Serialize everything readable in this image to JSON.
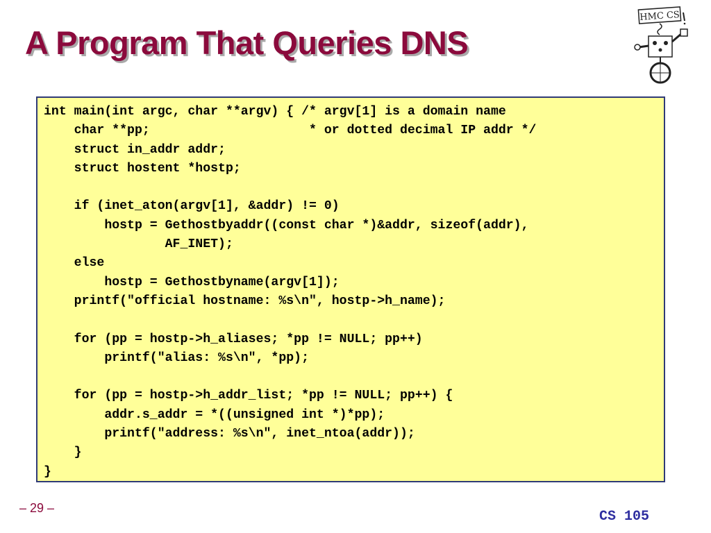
{
  "slide": {
    "title": "A Program That Queries DNS",
    "page_number": "– 29 –",
    "course": "CS 105"
  },
  "logo": {
    "text": "HMC CS"
  },
  "code": {
    "lines": [
      "int main(int argc, char **argv) { /* argv[1] is a domain name",
      "    char **pp;                     * or dotted decimal IP addr */",
      "    struct in_addr addr;",
      "    struct hostent *hostp;",
      "",
      "    if (inet_aton(argv[1], &addr) != 0)",
      "        hostp = Gethostbyaddr((const char *)&addr, sizeof(addr),",
      "                AF_INET);",
      "    else",
      "        hostp = Gethostbyname(argv[1]);",
      "    printf(\"official hostname: %s\\n\", hostp->h_name);",
      "",
      "    for (pp = hostp->h_aliases; *pp != NULL; pp++)",
      "        printf(\"alias: %s\\n\", *pp);",
      "",
      "    for (pp = hostp->h_addr_list; *pp != NULL; pp++) {",
      "        addr.s_addr = *((unsigned int *)*pp);",
      "        printf(\"address: %s\\n\", inet_ntoa(addr));",
      "    }",
      "}"
    ]
  }
}
